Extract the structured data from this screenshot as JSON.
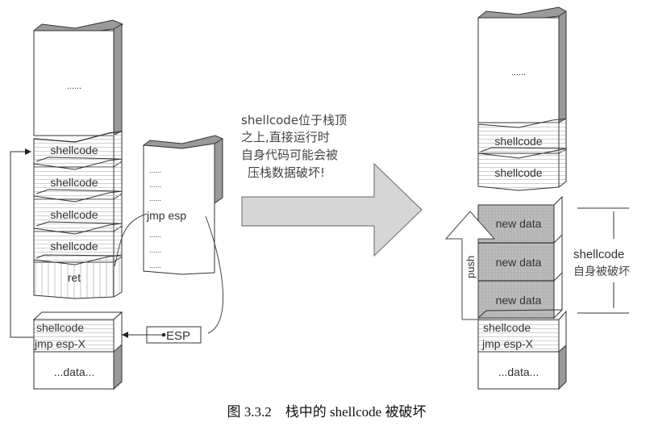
{
  "left_stack": {
    "top_ellipsis": "......",
    "segments": [
      "shellcode",
      "shellcode",
      "shellcode",
      "shellcode"
    ],
    "ret_label": "ret",
    "bottom_block": {
      "line1": "shellcode",
      "line2": "jmp esp-X",
      "data_label": "...data..."
    }
  },
  "code_page": {
    "dots": "......",
    "instruction": "jmp esp"
  },
  "esp_box": {
    "label": "ESP"
  },
  "arrow_note": {
    "lines": [
      "shellcode位于栈顶",
      "之上,直接运行时",
      "自身代码可能会被",
      "压栈数据破坏!"
    ]
  },
  "right_stack": {
    "top_ellipsis": "......",
    "segments": [
      "shellcode",
      "shellcode"
    ],
    "new_data": [
      "new data",
      "new data",
      "new data"
    ],
    "push_label": "push",
    "bottom_block": {
      "line1": "shellcode",
      "line2": "jmp esp-X",
      "data_label": "...data..."
    },
    "bracket_label": {
      "line1": "shellcode",
      "line2": "自身被破坏"
    }
  },
  "caption": "图 3.3.2    栈中的 shellcode 被破坏",
  "colors": {
    "stroke": "#333333",
    "side_face": "#999999",
    "new_data_fill": "#b8b8b8",
    "arrow_fill": "#d9d9d9",
    "hatch": "#bbbbbb"
  }
}
